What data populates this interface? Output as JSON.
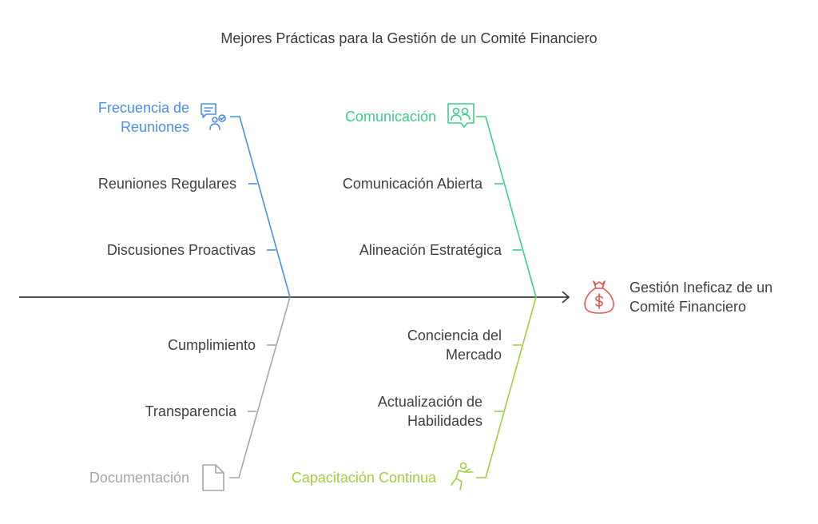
{
  "title": "Mejores Prácticas para la Gestión de un Comité Financiero",
  "effect": {
    "line1": "Gestión Ineficaz de un",
    "line2": "Comité Financiero",
    "icon": "money-bag-icon",
    "color": "#e5534b"
  },
  "categories": {
    "frecuencia": {
      "line1": "Frecuencia de",
      "line2": "Reuniones",
      "icon": "meeting-chat-icon",
      "color": "#4a8ff0",
      "causes": [
        "Reuniones Regulares",
        "Discusiones Proactivas"
      ]
    },
    "comunicacion": {
      "label": "Comunicación",
      "icon": "people-chat-icon",
      "color": "#3ecf85",
      "causes": [
        "Comunicación Abierta",
        "Alineación Estratégica"
      ]
    },
    "documentacion": {
      "label": "Documentación",
      "icon": "document-icon",
      "color": "#a6a6a6",
      "causes": [
        "Cumplimiento",
        "Transparencia"
      ]
    },
    "capacitacion": {
      "label": "Capacitación Continua",
      "icon": "person-climbing-icon",
      "color": "#9fd03a",
      "causes": [
        [
          "Conciencia del",
          "Mercado"
        ],
        [
          "Actualización de",
          "Habilidades"
        ]
      ]
    }
  }
}
